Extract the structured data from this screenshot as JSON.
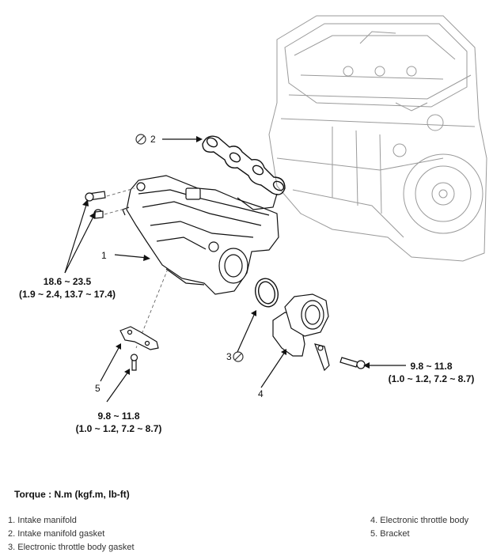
{
  "callouts": {
    "c1": "1",
    "c2": "2",
    "c3": "3",
    "c4": "4",
    "c5": "5"
  },
  "torques": {
    "manifold": {
      "line1": "18.6 ~ 23.5",
      "line2": "(1.9 ~ 2.4, 13.7 ~ 17.4)"
    },
    "bracket": {
      "line1": "9.8 ~ 11.8",
      "line2": "(1.0 ~ 1.2, 7.2 ~ 8.7)"
    },
    "throttle": {
      "line1": "9.8 ~ 11.8",
      "line2": "(1.0 ~ 1.2, 7.2 ~ 8.7)"
    }
  },
  "torque_title": "Torque : N.m (kgf.m, lb-ft)",
  "legend": {
    "left": [
      "1. Intake manifold",
      "2. Intake manifold gasket",
      "3. Electronic throttle body gasket"
    ],
    "right": [
      "4. Electronic throttle body",
      "5. Bracket"
    ]
  },
  "icons": [
    "do-not-reuse-icon"
  ]
}
